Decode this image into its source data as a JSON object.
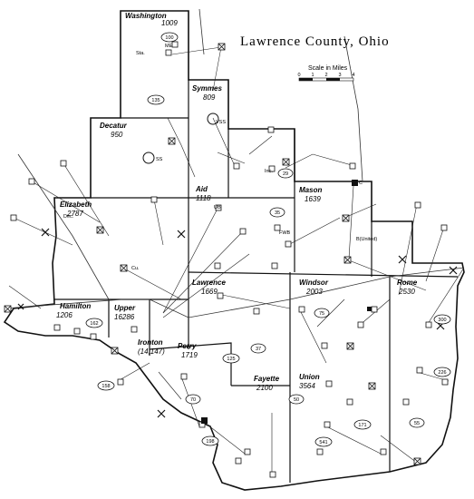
{
  "map": {
    "title": "Lawrence County, Ohio",
    "scale_label": "Scale in Miles",
    "scale_ticks": [
      "0",
      "1",
      "2",
      "3",
      "4"
    ],
    "townships": [
      {
        "id": "washington",
        "name": "Washington",
        "pop": "1009"
      },
      {
        "id": "symmes",
        "name": "Symmes",
        "pop": "809"
      },
      {
        "id": "decatur",
        "name": "Decatur",
        "pop": "950"
      },
      {
        "id": "aid",
        "name": "Aid",
        "pop": "1118"
      },
      {
        "id": "mason",
        "name": "Mason",
        "pop": "1639"
      },
      {
        "id": "elizabeth",
        "name": "Elizabeth",
        "pop": "2787"
      },
      {
        "id": "lawrence",
        "name": "Lawrence",
        "pop": "1669"
      },
      {
        "id": "windsor",
        "name": "Windsor",
        "pop": "2003"
      },
      {
        "id": "rome",
        "name": "Rome",
        "pop": "2530"
      },
      {
        "id": "hamilton",
        "name": "Hamilton",
        "pop": "1206"
      },
      {
        "id": "upper",
        "name": "Upper",
        "pop": "16286"
      },
      {
        "id": "perry",
        "name": "Perry",
        "pop": "1719"
      },
      {
        "id": "fayette",
        "name": "Fayette",
        "pop": "2100"
      },
      {
        "id": "union",
        "name": "Union",
        "pop": "3564"
      },
      {
        "id": "ironton",
        "name": "Ironton",
        "pop": "(14,147)"
      }
    ],
    "ovals": [
      "100",
      "135",
      "29",
      "35",
      "162",
      "75",
      "125",
      "70",
      "198",
      "37",
      "55",
      "226",
      "171",
      "300",
      "541",
      "50",
      "158"
    ],
    "labels": [
      "VSS",
      "SS",
      "ME",
      "UB",
      "FWB",
      "C",
      "Inc.",
      "Dec.",
      "Sta.",
      "Cu.",
      "B(United)"
    ]
  }
}
